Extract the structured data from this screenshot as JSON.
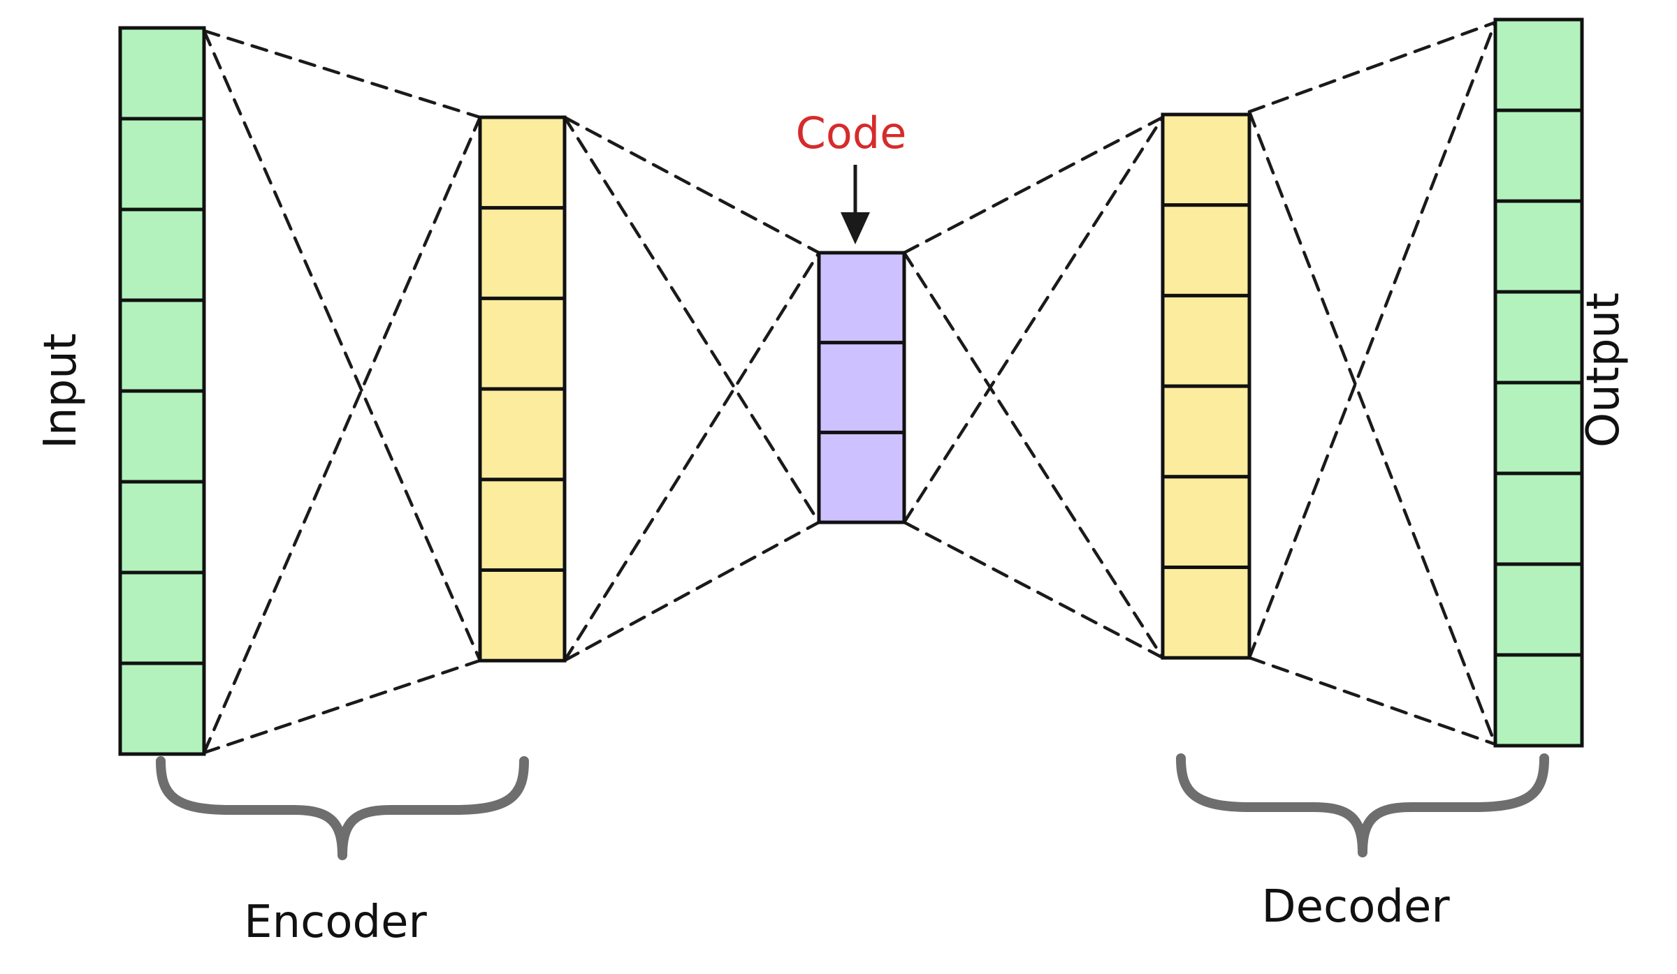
{
  "diagram": {
    "labels": {
      "input": "Input",
      "output": "Output",
      "code": "Code",
      "encoder": "Encoder",
      "decoder": "Decoder"
    },
    "colors": {
      "input_output": "#b3f2bd",
      "hidden": "#fcec9e",
      "code": "#cec1ff",
      "code_label": "#d62b2b",
      "brace": "#6e6e6e",
      "stroke": "#111111"
    },
    "layers": [
      {
        "name": "input",
        "units": 8
      },
      {
        "name": "encoder-hidden",
        "units": 6
      },
      {
        "name": "code",
        "units": 3
      },
      {
        "name": "decoder-hidden",
        "units": 6
      },
      {
        "name": "output",
        "units": 8
      }
    ]
  }
}
